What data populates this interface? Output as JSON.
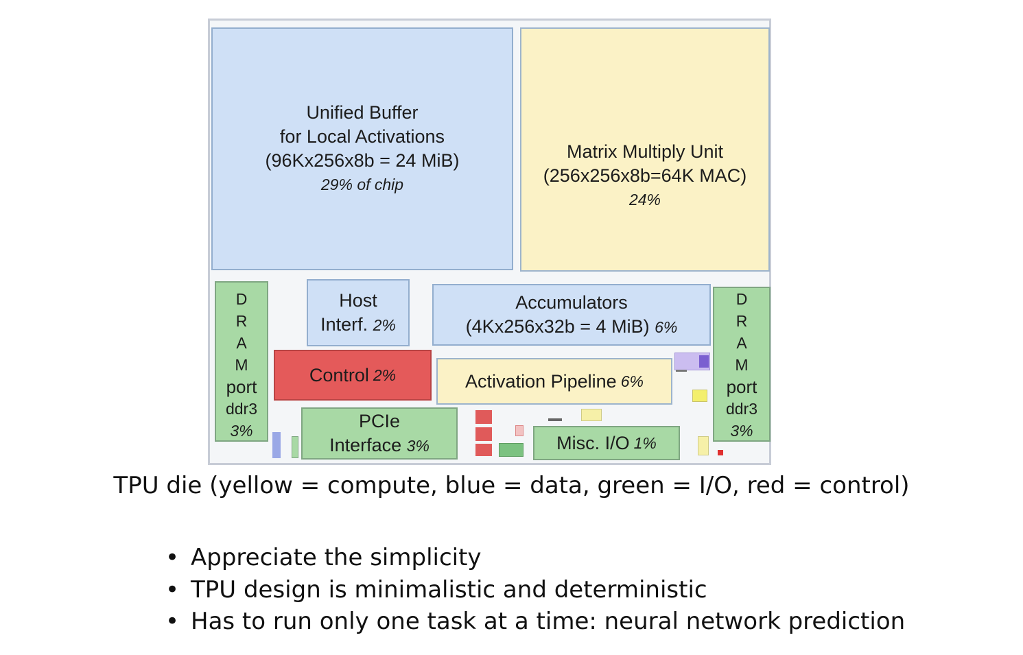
{
  "die": {
    "unified_buffer": {
      "line1": "Unified Buffer",
      "line2": "for Local Activations",
      "line3": "(96Kx256x8b = 24 MiB)",
      "pct": "29% of chip"
    },
    "matrix_unit": {
      "line1": "Matrix Multiply Unit",
      "line2": "(256x256x8b=64K MAC)",
      "pct": "24%"
    },
    "host_interface": {
      "line1": "Host",
      "line2": "Interf.",
      "pct": "2%"
    },
    "accumulators": {
      "line1": "Accumulators",
      "line2": "(4Kx256x32b = 4 MiB)",
      "pct": "6%"
    },
    "control": {
      "label": "Control",
      "pct": "2%"
    },
    "activation_pipeline": {
      "label": "Activation Pipeline",
      "pct": "6%"
    },
    "pcie": {
      "line1": "PCIe",
      "line2": "Interface",
      "pct": "3%"
    },
    "misc_io": {
      "label": "Misc. I/O",
      "pct": "1%"
    },
    "dram_left": {
      "letters": [
        "D",
        "R",
        "A",
        "M"
      ],
      "port": "port",
      "ddr": "ddr3",
      "pct": "3%"
    },
    "dram_right": {
      "letters": [
        "D",
        "R",
        "A",
        "M"
      ],
      "port": "port",
      "ddr": "ddr3",
      "pct": "3%"
    }
  },
  "caption": "TPU die (yellow = compute, blue = data, green = I/O, red = control)",
  "bullets": [
    "Appreciate the simplicity",
    "TPU design is minimalistic and deterministic",
    "Has to run only one task at a time: neural network prediction"
  ],
  "colors": {
    "compute": "#fbf2c6",
    "data": "#cfe0f6",
    "io": "#a8d9a5",
    "control": "#e45a5a"
  }
}
